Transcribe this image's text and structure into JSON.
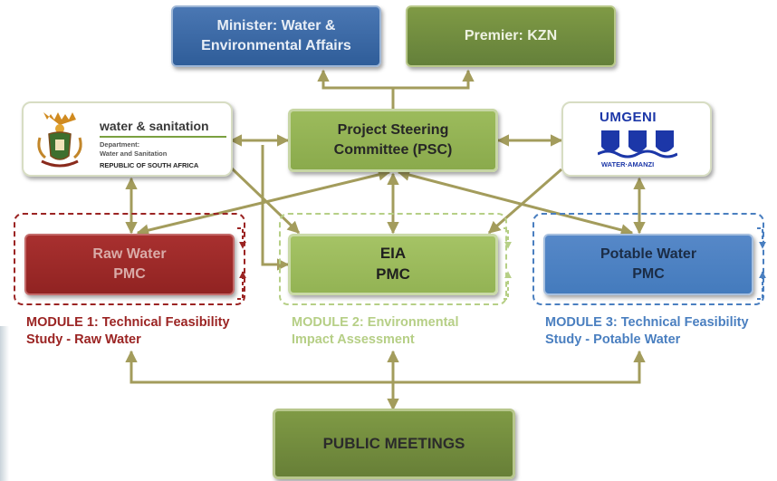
{
  "boxes": {
    "minister": "Minister:  Water &\nEnvironmental Affairs",
    "premier": "Premier:  KZN",
    "psc": "Project Steering\nCommittee (PSC)",
    "raw_pmc": "Raw Water\nPMC",
    "eia_pmc": "EIA\nPMC",
    "potable_pmc": "Potable Water\nPMC",
    "public_meetings": "PUBLIC MEETINGS"
  },
  "logos": {
    "dws": {
      "title": "water & sanitation",
      "line1": "Department:",
      "line2": "Water and Sanitation",
      "line3": "REPUBLIC OF SOUTH AFRICA"
    },
    "umgeni": {
      "name": "UMGENI",
      "sub": "WATER·AMANZI"
    }
  },
  "modules": {
    "m1": "MODULE 1:  Technical Feasibility\nStudy - Raw Water",
    "m2": "MODULE 2:  Environmental\nImpact Assessment",
    "m3": "MODULE 3:  Technical Feasibility\nStudy - Potable Water"
  },
  "colors": {
    "connector": "#a39c5c",
    "module1": "#9b2423",
    "module2": "#b6cf86",
    "module3": "#4a7fc0"
  }
}
